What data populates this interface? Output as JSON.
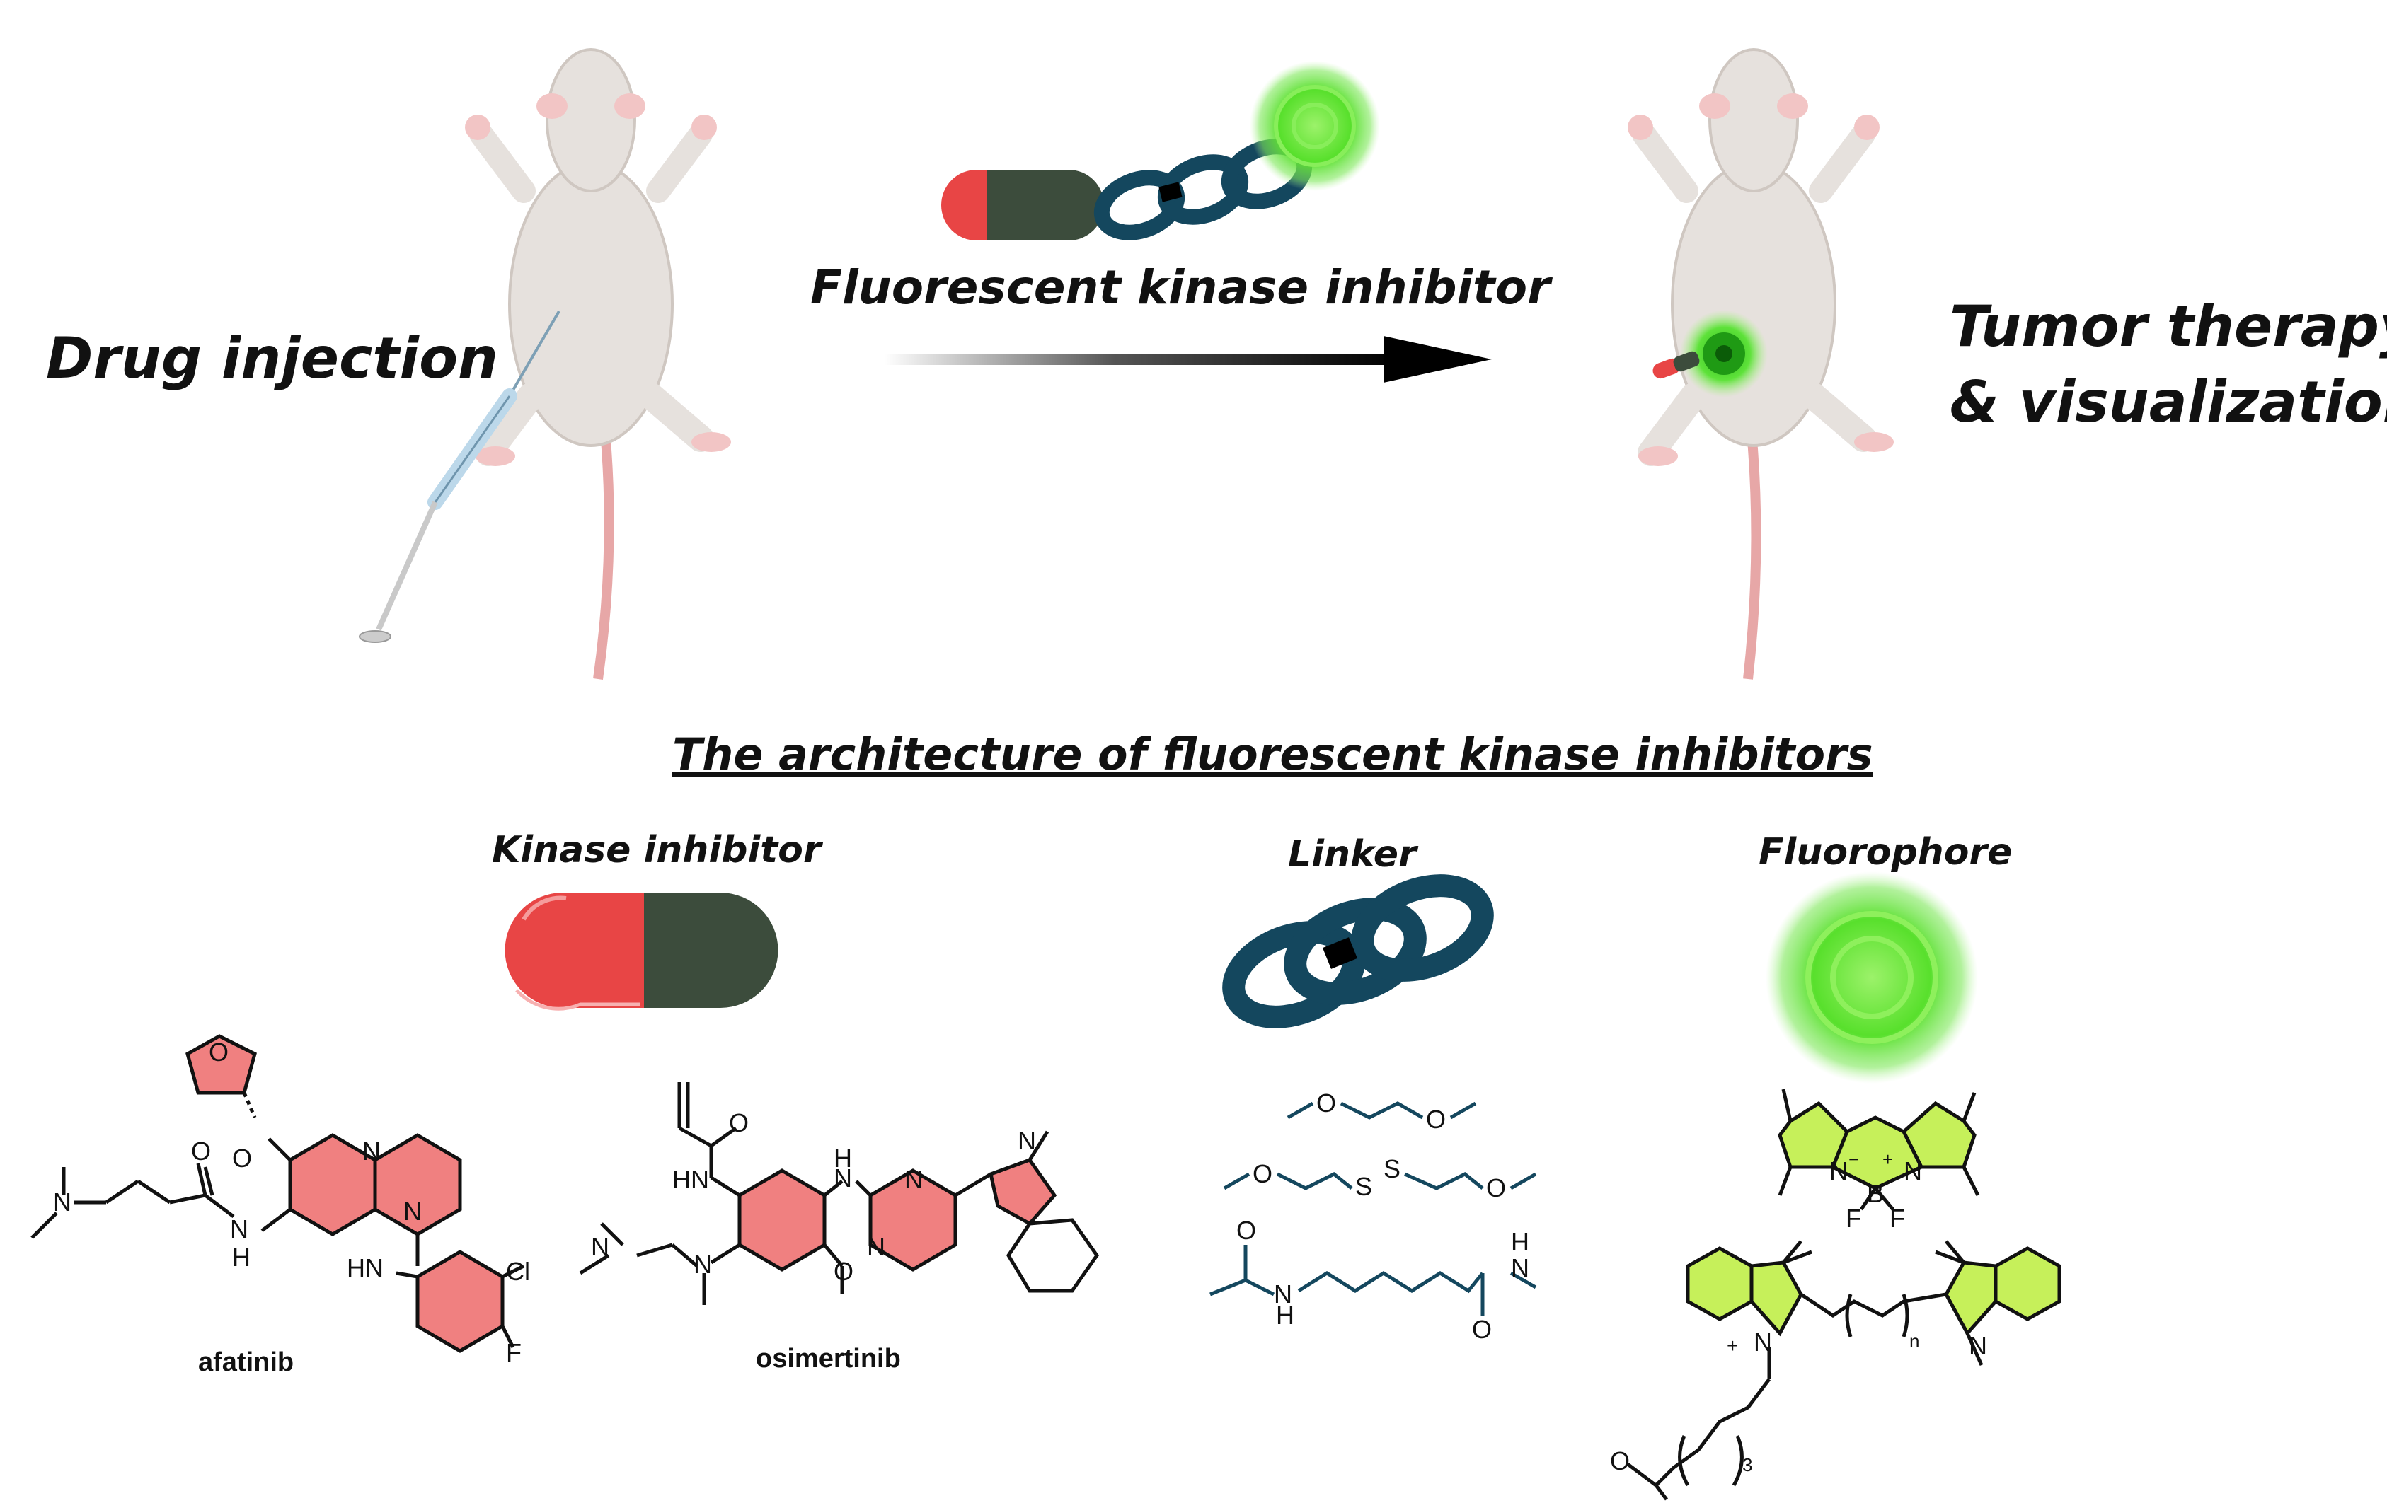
{
  "top": {
    "left_caption": "Drug injection",
    "center_caption": "Fluorescent kinase inhibitor",
    "right_caption_line1": "Tumor therapy",
    "right_caption_line2": "& visualization"
  },
  "architecture": {
    "title": "The architecture of fluorescent kinase inhibitors",
    "kinase_label": "Kinase inhibitor",
    "linker_label": "Linker",
    "fluorophore_label": "Fluorophore"
  },
  "molecules": {
    "afatinib": "afatinib",
    "osimertinib": "osimertinib"
  },
  "atoms": {
    "O": "O",
    "N": "N",
    "H": "H",
    "HN": "HN",
    "Cl": "Cl",
    "F": "F",
    "S": "S",
    "B": "B",
    "n": "n",
    "three": "3",
    "plus": "+",
    "minus": "−"
  },
  "colors": {
    "pill_red": "#e84545",
    "pill_green": "#3c4c3c",
    "chain_blue": "#14475e",
    "glow_green": "#4fdc2a",
    "ring_red": "#f08080",
    "ring_lime": "#c6f05a"
  }
}
